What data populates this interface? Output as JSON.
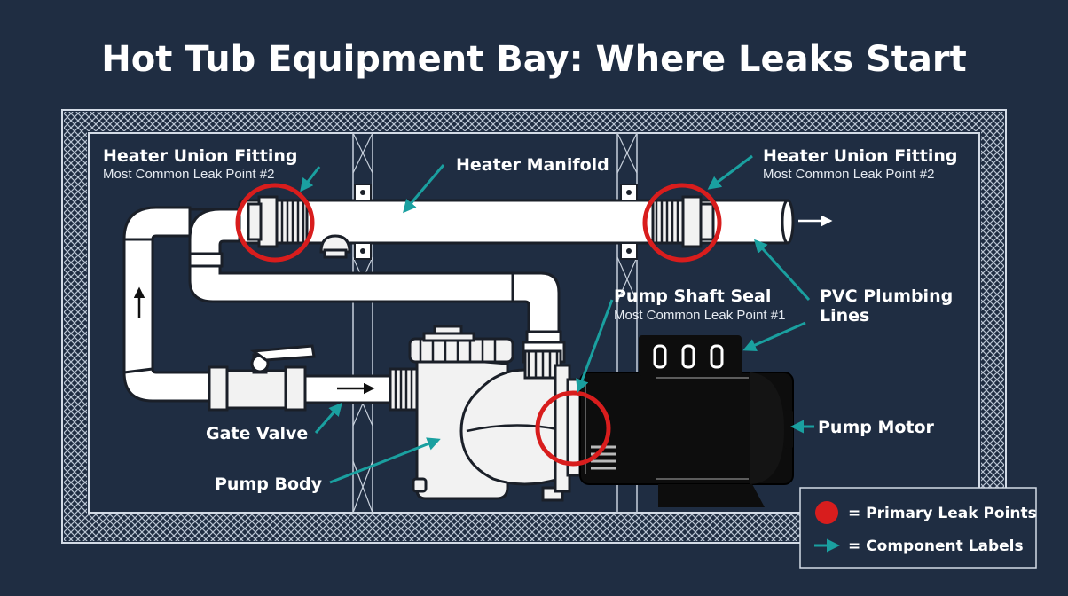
{
  "title": "Hot Tub Equipment Bay: Where Leaks Start",
  "colors": {
    "background": "#1f2d42",
    "leak_ring": "#d81d1d",
    "leader": "#1aa0a0",
    "pipe": "#ffffff",
    "motor": "#0d0d0d"
  },
  "labels": {
    "heater_union_left": {
      "title": "Heater Union Fitting",
      "subtitle": "Most Common Leak Point #2"
    },
    "heater_union_right": {
      "title": "Heater Union Fitting",
      "subtitle": "Most Common Leak Point #2"
    },
    "heater_manifold": "Heater Manifold",
    "pump_shaft_seal": {
      "title": "Pump Shaft Seal",
      "subtitle": "Most Common Leak Point #1"
    },
    "pvc_plumbing": {
      "line1": "PVC Plumbing",
      "line2": "Lines"
    },
    "pump_motor": "Pump Motor",
    "gate_valve": "Gate Valve",
    "pump_body": "Pump Body"
  },
  "legend": {
    "leak_points": "= Primary Leak Points",
    "component_labels": "= Component Labels"
  },
  "icons": {
    "leak_marker": "red-circle-icon",
    "label_marker": "teal-arrow-icon",
    "flow": "flow-arrow-icon"
  }
}
